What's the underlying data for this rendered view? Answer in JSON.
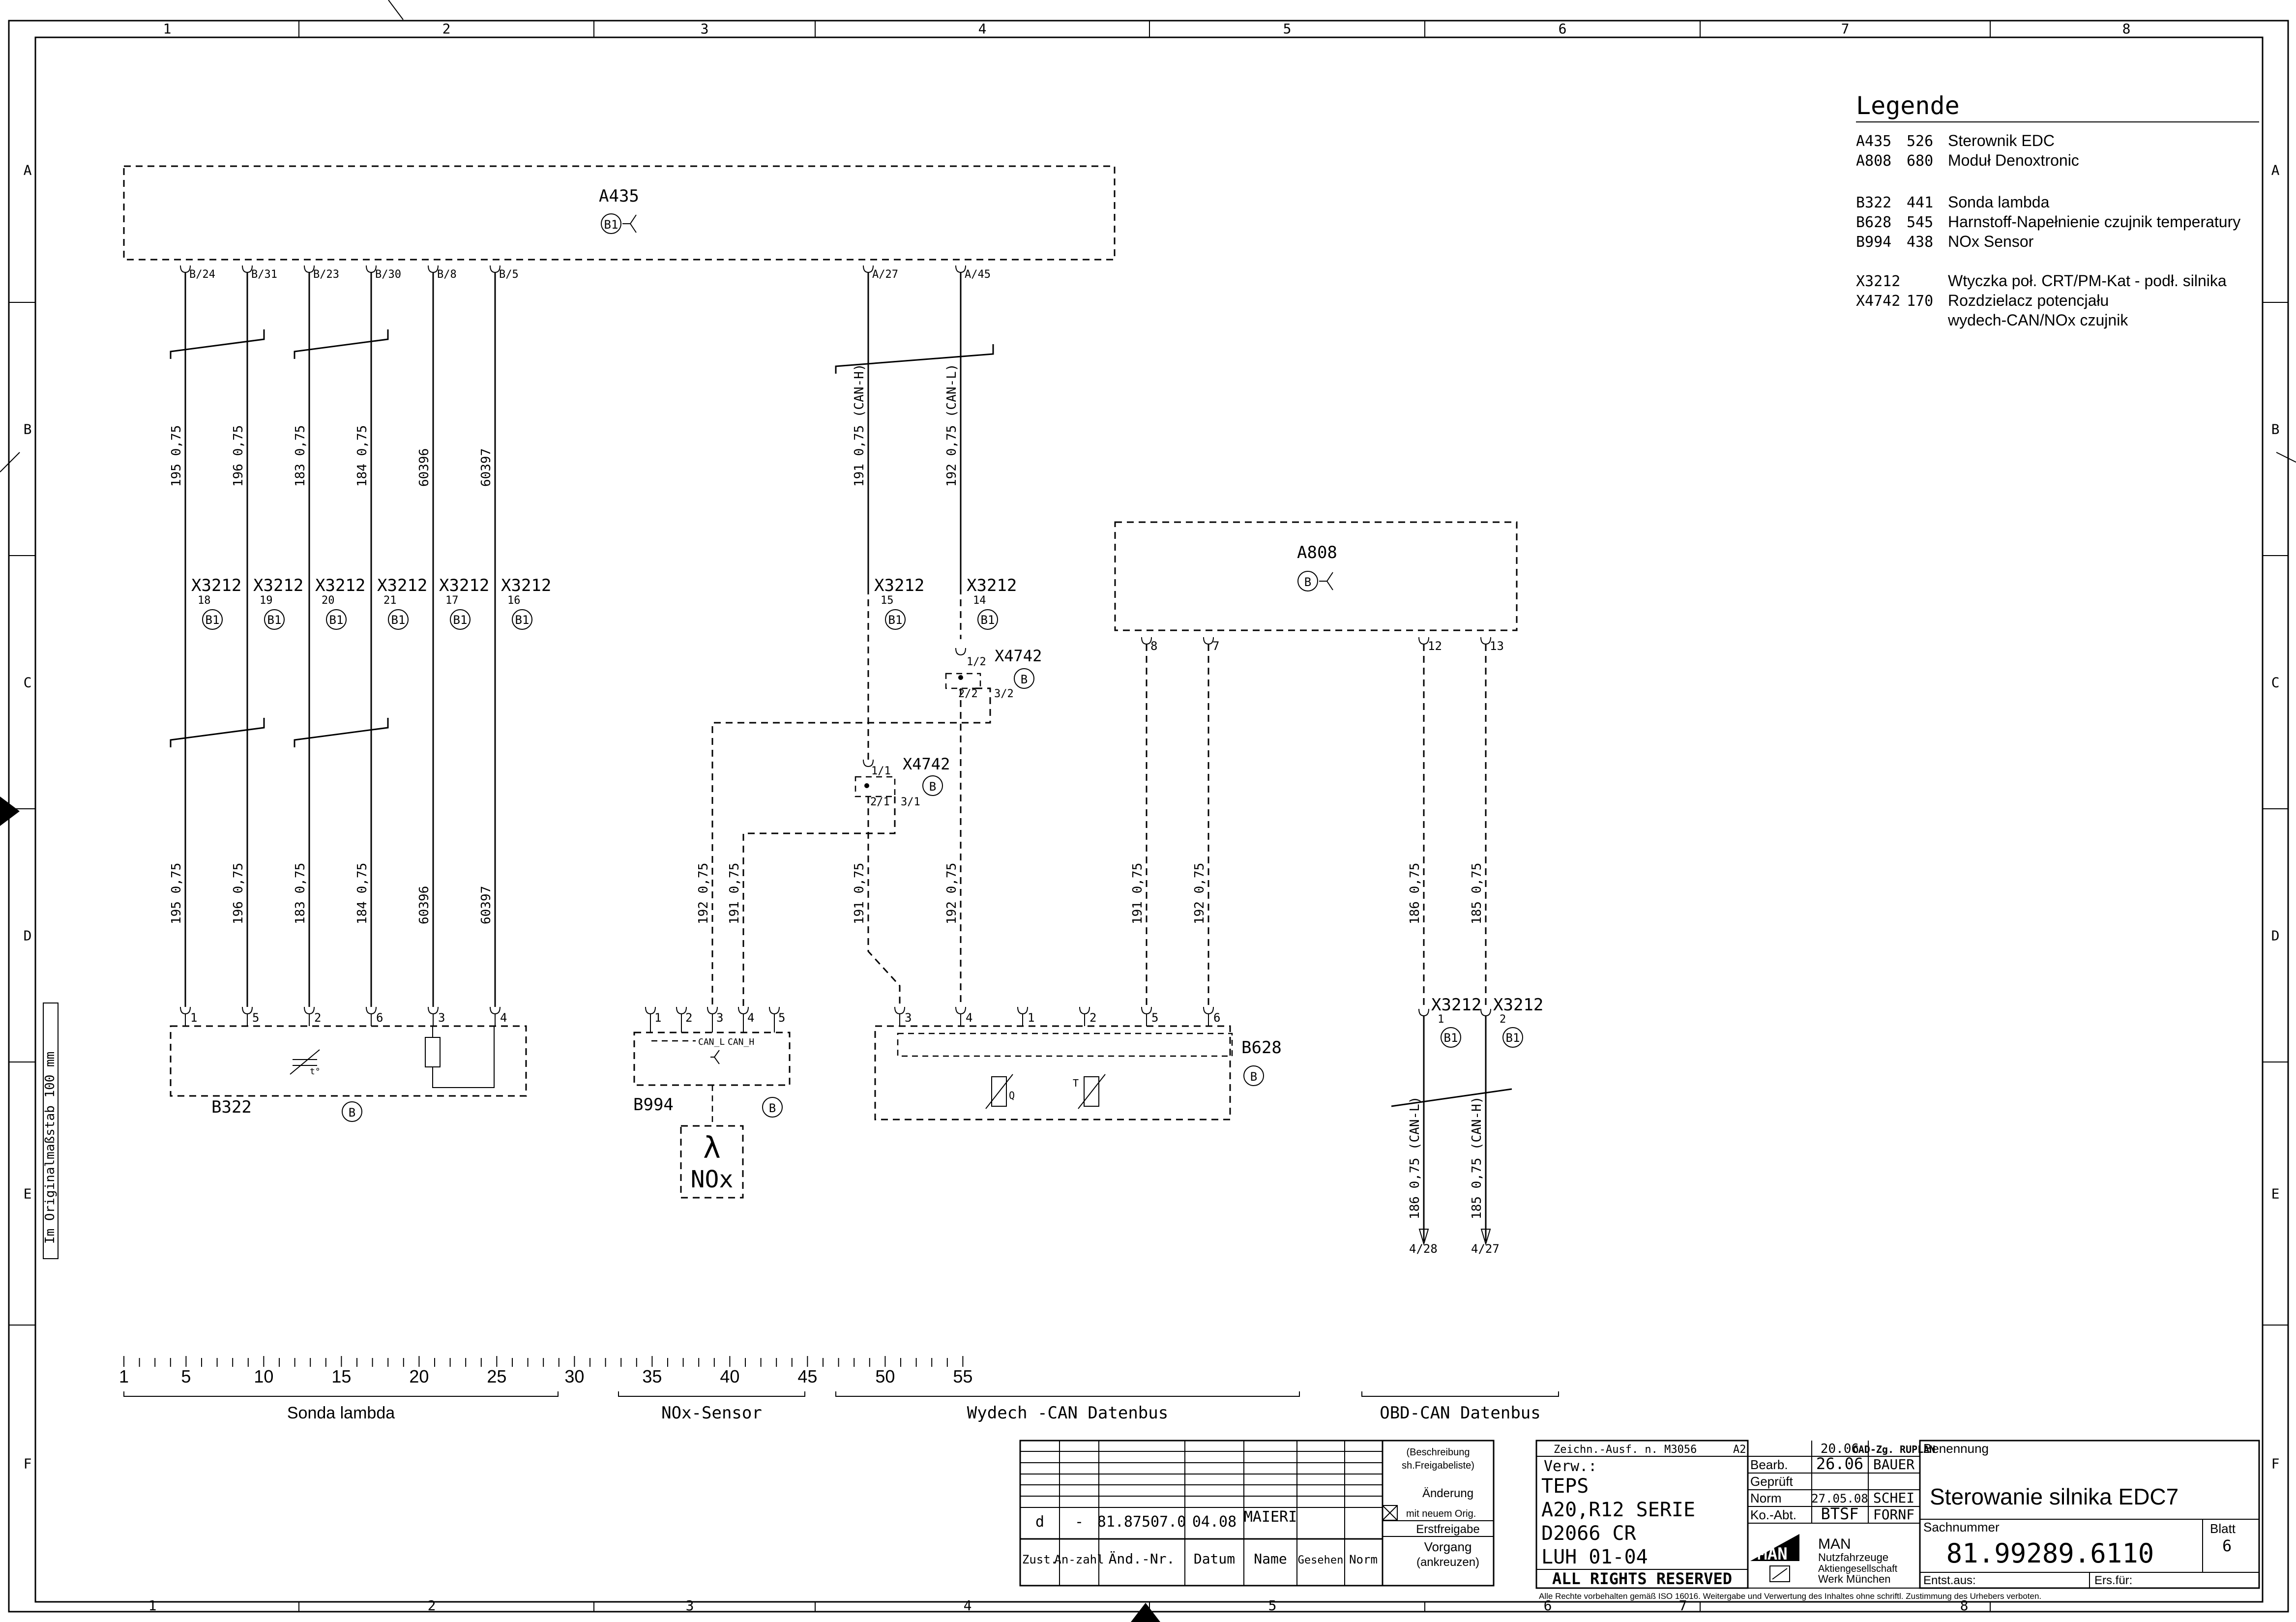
{
  "frame": {
    "columns": [
      "1",
      "2",
      "3",
      "4",
      "5",
      "6",
      "7",
      "8"
    ],
    "rows": [
      "A",
      "B",
      "C",
      "D",
      "E",
      "F"
    ],
    "scale_note": "Im Originalmaßstab 100 mm"
  },
  "legend": {
    "title": "Legende",
    "entries": [
      {
        "code": "A435",
        "num": "526",
        "text": "Sterownik  EDC"
      },
      {
        "code": "A808",
        "num": "680",
        "text": "Moduł        Denoxtronic"
      },
      {
        "code": "B322",
        "num": "441",
        "text": "Sonda lambda"
      },
      {
        "code": "B628",
        "num": "545",
        "text": "Harnstoff-Napełnienie czujnik temperatury"
      },
      {
        "code": "B994",
        "num": "438",
        "text": "NOx Sensor"
      },
      {
        "code": "X3212",
        "num": "",
        "text": "Wtyczka poł. CRT/PM-Kat - podł. silnika"
      },
      {
        "code": "X4742",
        "num": "170",
        "text": "Rozdzielacz potencjału"
      },
      {
        "code": "",
        "num": "",
        "text": "wydech-CAN/NOx czujnik"
      }
    ]
  },
  "components": {
    "a435": {
      "name": "A435",
      "badge": "B1"
    },
    "a808": {
      "name": "A808",
      "badge": "B"
    },
    "b322": {
      "name": "B322",
      "badge": "B",
      "pins": [
        "1",
        "5",
        "2",
        "6",
        "3",
        "4"
      ]
    },
    "b994": {
      "name": "B994",
      "badge": "B",
      "pins": [
        "1",
        "2",
        "3",
        "4",
        "5"
      ],
      "can_l": "CAN_L",
      "can_h": "CAN_H"
    },
    "b628": {
      "name": "B628",
      "badge": "B",
      "pins": [
        "3",
        "4",
        "1",
        "2",
        "5",
        "6"
      ],
      "q": "Q",
      "t": "T"
    },
    "nox": {
      "lambda": "λ",
      "label": "NOx"
    },
    "x4742_top": {
      "name": "X4742",
      "badge": "B",
      "p1": "1/2",
      "p2": "2/2",
      "p3": "3/2"
    },
    "x4742_bot": {
      "name": "X4742",
      "badge": "B",
      "p1": "1/1",
      "p2": "2/1",
      "p3": "3/1"
    }
  },
  "a435_pins": [
    "B/24",
    "B/31",
    "B/23",
    "B/30",
    "B/8",
    "B/5",
    "A/27",
    "A/45"
  ],
  "a808_pins": [
    "8",
    "7",
    "12",
    "13"
  ],
  "connectors": {
    "name": "X3212",
    "badge": "B1",
    "upper": [
      "18",
      "19",
      "20",
      "21",
      "17",
      "16",
      "15",
      "14"
    ],
    "obd": [
      "1",
      "2"
    ]
  },
  "wires": {
    "left_upper": [
      "195 0,75",
      "196 0,75",
      "183 0,75",
      "184 0,75",
      "60396",
      "60397"
    ],
    "left_lower": [
      "195 0,75",
      "196 0,75",
      "183 0,75",
      "184 0,75",
      "60396",
      "60397"
    ],
    "can_upper": [
      "191 0,75 (CAN-H)",
      "192 0,75 (CAN-L)"
    ],
    "nox": [
      "192 0,75",
      "191 0,75"
    ],
    "b628": [
      "191 0,75",
      "192 0,75",
      "191 0,75",
      "192 0,75"
    ],
    "a808_can": [
      "186 0,75",
      "185 0,75"
    ],
    "obd": [
      "186 0,75 (CAN-L)",
      "185 0,75 (CAN-H)"
    ],
    "obd_targets": [
      "4/28",
      "4/27"
    ]
  },
  "scale": {
    "numbers": [
      "1",
      "5",
      "10",
      "15",
      "20",
      "25",
      "30",
      "35",
      "40",
      "45",
      "50",
      "55"
    ],
    "groups": [
      "Sonda lambda",
      "NOx-Sensor",
      "Wydech -CAN Datenbus",
      "OBD-CAN Datenbus"
    ]
  },
  "title_block": {
    "rev_row": [
      "d",
      "-",
      "81.87507.0",
      "04.08",
      "MAIERI"
    ],
    "rev_headers": [
      "Zust.",
      "An-zahl",
      "Änd.-Nr.",
      "Datum",
      "Name",
      "Gesehen",
      "Norm"
    ],
    "change_notes": [
      "(Beschreibung",
      "sh.Freigabeliste)",
      "Änderung",
      "mit neuem Orig.",
      "Erstfreigabe",
      "Vorgang",
      "(ankreuzen)"
    ],
    "drawing_info": [
      "Zeichn.-Ausf. n. M3056",
      "A2"
    ],
    "verw_label": "Verw.:",
    "verw_lines": [
      "TEPS",
      "A20,R12 SERIE",
      "D2066 CR",
      "LUH 01-04"
    ],
    "rights": "ALL RIGHTS RESERVED",
    "roles": [
      {
        "role": "Bearb.",
        "date": "26.06",
        "name": "BAUER"
      },
      {
        "role": "Geprüft",
        "date": "",
        "name": ""
      },
      {
        "role": "Norm",
        "date": "27.05.08",
        "name": "SCHEI"
      },
      {
        "role": "Ko.-Abt.",
        "date": "BTSF",
        "name": "FORNF"
      }
    ],
    "cad_header": [
      "20.06",
      "CAD-Zg. RUPLAN"
    ],
    "company": [
      "MAN",
      "Nutzfahrzeuge",
      "Aktiengesellschaft",
      "Werk München"
    ],
    "benennung_label": "Benennung",
    "benennung": "Sterowanie silnika EDC7",
    "sachnummer_label": "Sachnummer",
    "sachnummer": "81.99289.6110",
    "blatt_label": "Blatt",
    "blatt": "6",
    "entst_label": "Entst.aus:",
    "ers_label": "Ers.für:",
    "footer": "Alle Rechte vorbehalten gemäß ISO 16016. Weitergabe und Verwertung des Inhaltes ohne schriftl. Zustimmung des Urhebers verboten."
  }
}
